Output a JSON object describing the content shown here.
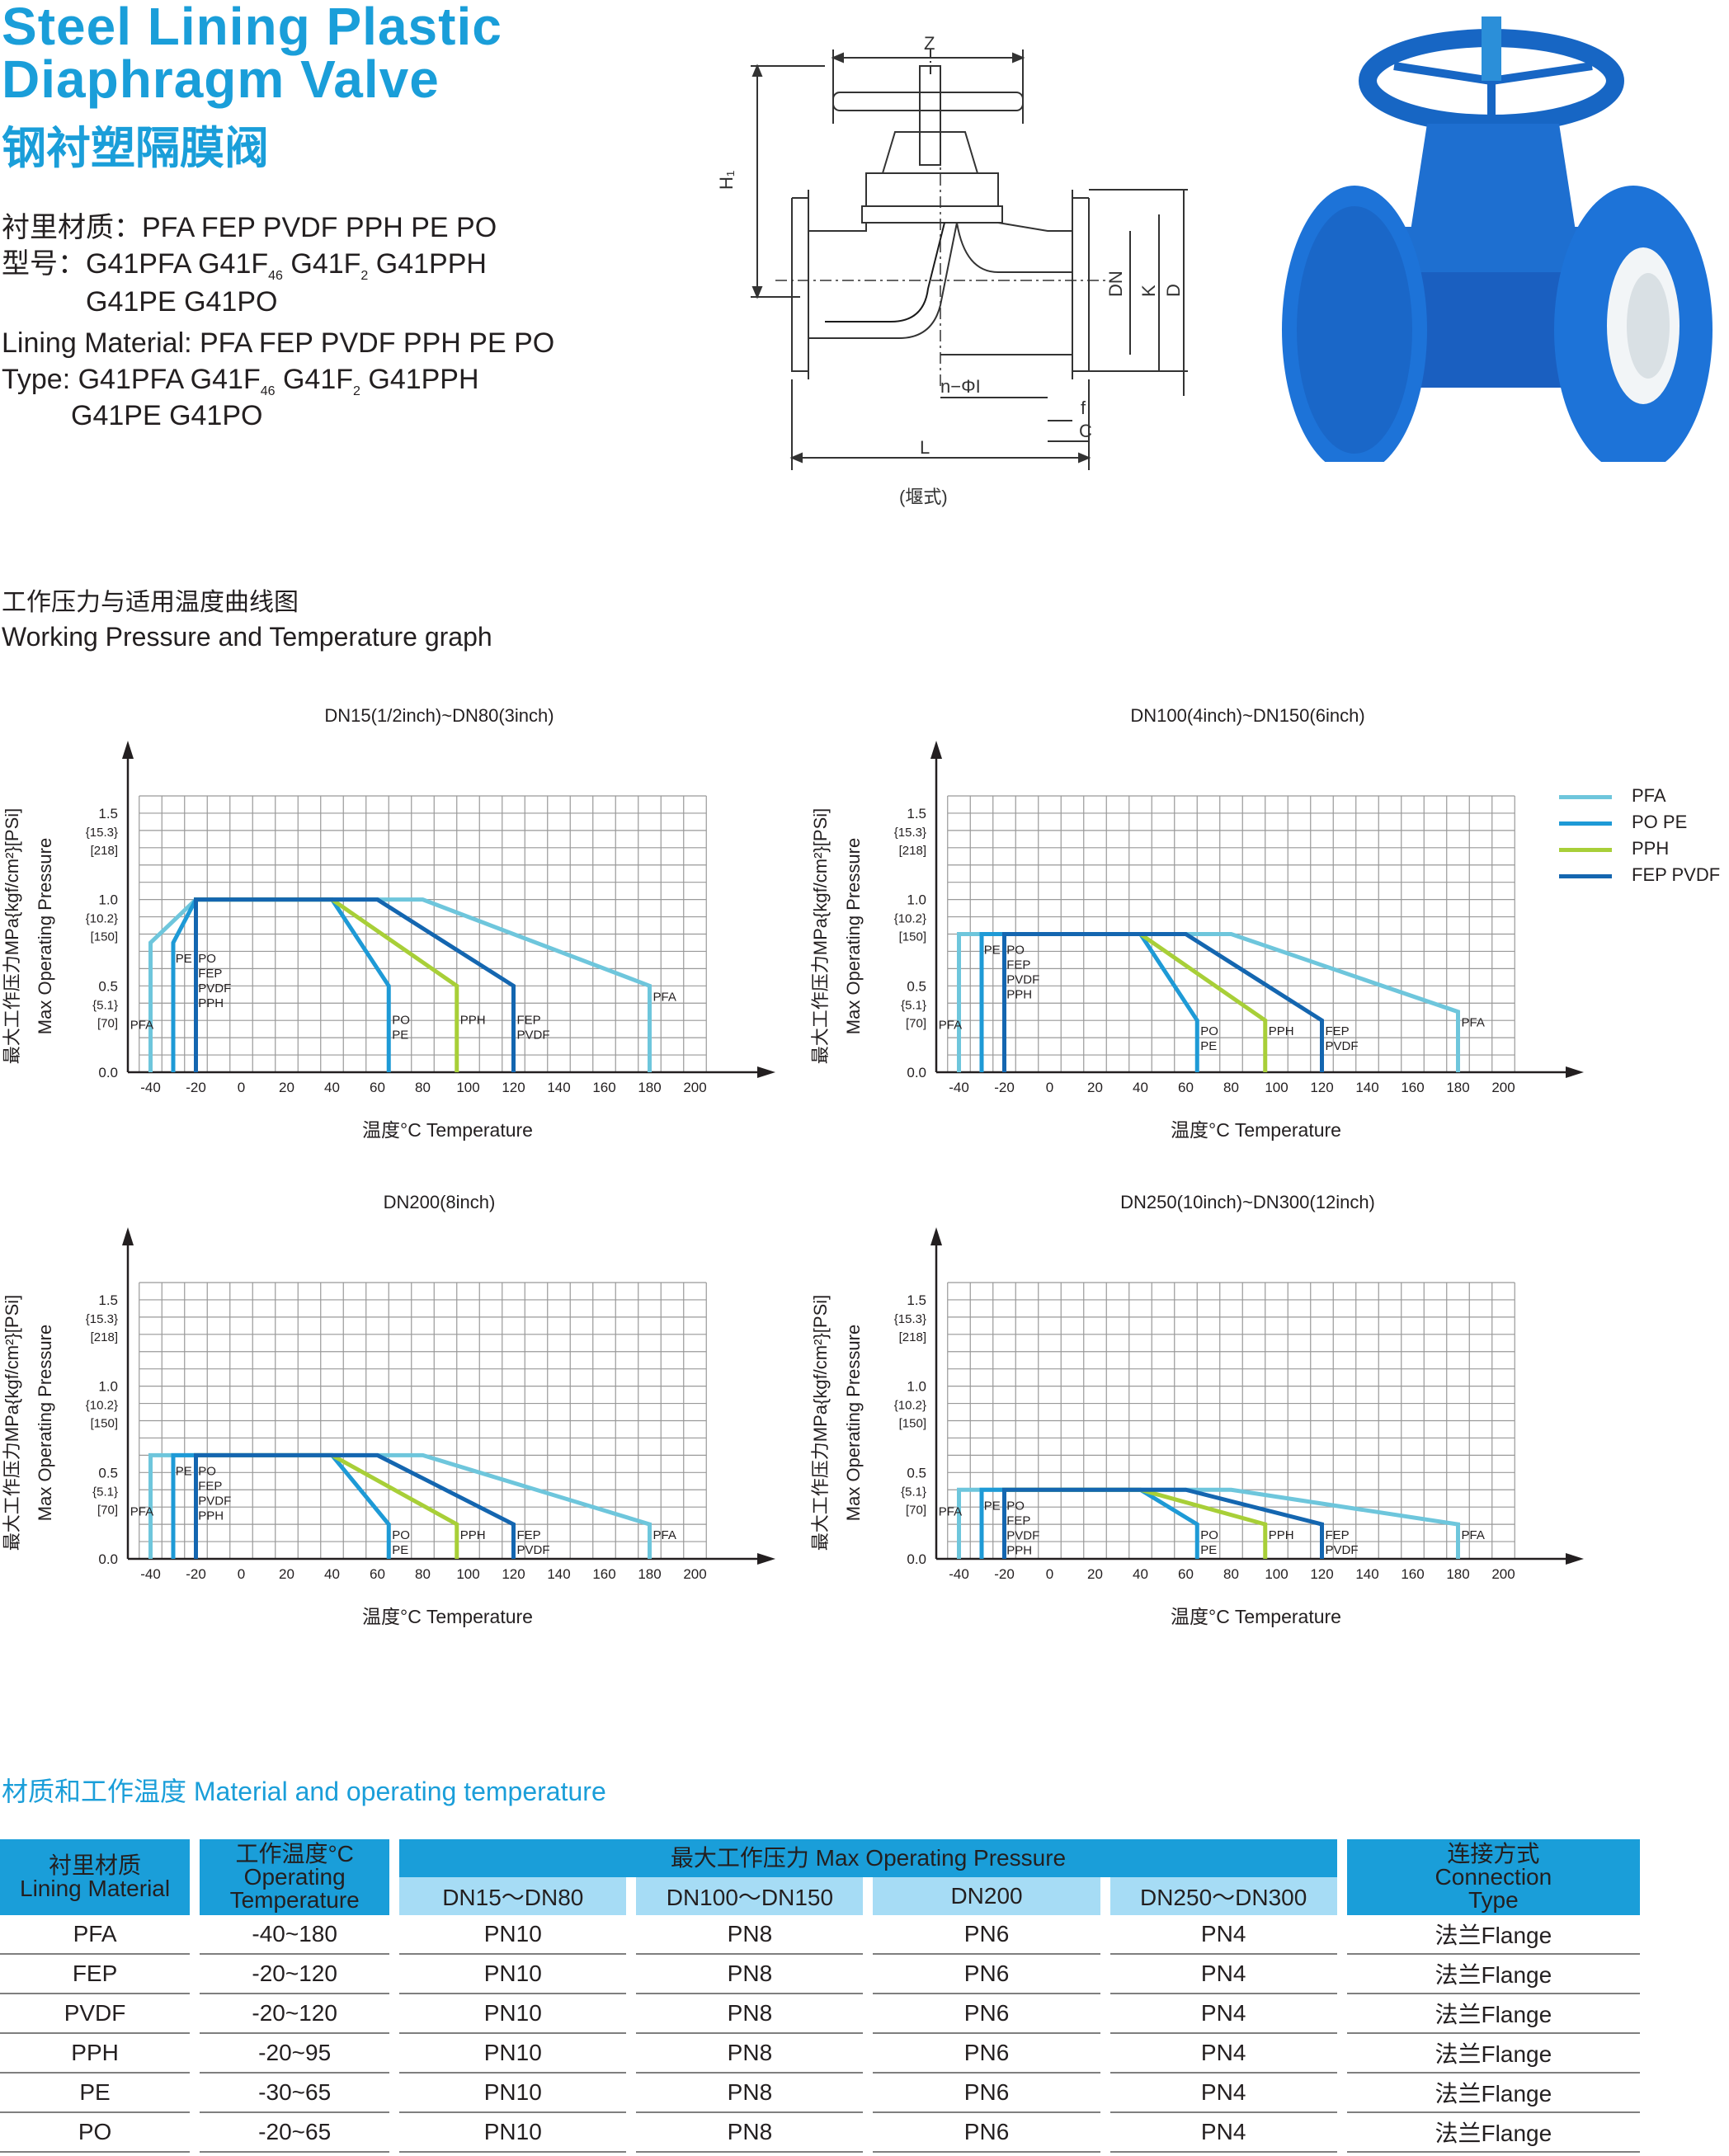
{
  "header": {
    "title_en_line1": "Steel Lining Plastic",
    "title_en_line2": "Diaphragm Valve",
    "title_cn": "钢衬塑隔膜阀"
  },
  "specs": {
    "lining_cn": "衬里材质：PFA FEP PVDF PPH PE PO",
    "type_cn_prefix": "型号：G41PFA   G41F",
    "type_cn_sub1": "46",
    "type_cn_mid": "   G41F",
    "type_cn_sub2": "2",
    "type_cn_end": "   G41PPH",
    "type_cn_line2": "G41PE   G41PO",
    "lining_en": "Lining Material: PFA FEP PVDF PPH PE PO",
    "type_en_prefix": "Type: G41PFA     G41F",
    "type_en_sub1": "46",
    "type_en_mid": "     G41F",
    "type_en_sub2": "2",
    "type_en_end": "     G41PPH",
    "type_en_line2": "G41PE    G41PO"
  },
  "drawing": {
    "dim_z": "Z",
    "dim_h1": "H₁",
    "dim_dn": "DN",
    "dim_k": "K",
    "dim_d": "D",
    "dim_n_phi": "n−ΦI",
    "dim_f": "f",
    "dim_c": "C",
    "dim_l": "L",
    "caption": "(堰式)"
  },
  "section": {
    "title_cn": "工作压力与适用温度曲线图",
    "title_en": "Working Pressure and Temperature graph"
  },
  "axis": {
    "ylabel_cn": "最大工作压力MPa{kgf/cm²}[PSi]",
    "ylabel_en": "Max Operating Pressure",
    "xlabel": "温度°C  Temperature",
    "x_ticks": [
      "-40",
      "-20",
      "0",
      "20",
      "40",
      "60",
      "80",
      "100",
      "120",
      "140",
      "160",
      "180",
      "200"
    ],
    "y_ticks": [
      {
        "v": "1.5",
        "kgf": "{15.3}",
        "psi": "[218]"
      },
      {
        "v": "1.0",
        "kgf": "{10.2}",
        "psi": "[150]"
      },
      {
        "v": "0.5",
        "kgf": "{5.1}",
        "psi": "[70]"
      },
      {
        "v": "0.0",
        "kgf": "",
        "psi": ""
      }
    ]
  },
  "legend": [
    {
      "name": "PFA",
      "color": "#6ec6dc"
    },
    {
      "name": "PO PE",
      "color": "#1e9ad6"
    },
    {
      "name": "PPH",
      "color": "#a8cf38"
    },
    {
      "name": "FEP PVDF",
      "color": "#1466b0"
    }
  ],
  "chart_data": [
    {
      "type": "line",
      "title": "DN15(1/2inch)~DN80(3inch)",
      "xlabel": "温度°C  Temperature",
      "ylabel": "Max Operating Pressure",
      "xlim": [
        -50,
        210
      ],
      "ylim": [
        0,
        1.6
      ],
      "series": [
        {
          "name": "PFA",
          "x": [
            -40,
            -40,
            -20,
            80,
            180,
            180
          ],
          "y": [
            0,
            0.75,
            1.0,
            1.0,
            0.5,
            0
          ]
        },
        {
          "name": "PO PE",
          "x": [
            -30,
            -30,
            -20,
            40,
            65,
            65
          ],
          "y": [
            0,
            0.75,
            1.0,
            1.0,
            0.5,
            0
          ]
        },
        {
          "name": "PPH",
          "x": [
            -20,
            -20,
            40,
            95,
            95
          ],
          "y": [
            0,
            1.0,
            1.0,
            0.5,
            0
          ]
        },
        {
          "name": "FEP PVDF",
          "x": [
            -20,
            -20,
            60,
            120,
            120
          ],
          "y": [
            0,
            1.0,
            1.0,
            0.5,
            0
          ]
        }
      ],
      "labels_left": [
        "PE",
        "PO",
        "FEP",
        "PVDF",
        "PPH"
      ],
      "pfa_left_label": "PFA"
    },
    {
      "type": "line",
      "title": "DN100(4inch)~DN150(6inch)",
      "xlabel": "温度°C  Temperature",
      "ylabel": "Max Operating Pressure",
      "xlim": [
        -50,
        210
      ],
      "ylim": [
        0,
        1.6
      ],
      "series": [
        {
          "name": "PFA",
          "x": [
            -40,
            -40,
            80,
            180,
            180
          ],
          "y": [
            0,
            0.8,
            0.8,
            0.35,
            0
          ]
        },
        {
          "name": "PO PE",
          "x": [
            -30,
            -30,
            40,
            65,
            65
          ],
          "y": [
            0,
            0.8,
            0.8,
            0.3,
            0
          ]
        },
        {
          "name": "PPH",
          "x": [
            -20,
            -20,
            40,
            95,
            95
          ],
          "y": [
            0,
            0.8,
            0.8,
            0.3,
            0
          ]
        },
        {
          "name": "FEP PVDF",
          "x": [
            -20,
            -20,
            60,
            120,
            120
          ],
          "y": [
            0,
            0.8,
            0.8,
            0.3,
            0
          ]
        }
      ],
      "labels_left": [
        "PE",
        "PO",
        "FEP",
        "PVDF",
        "PPH"
      ],
      "pfa_left_label": "PFA"
    },
    {
      "type": "line",
      "title": "DN200(8inch)",
      "xlabel": "温度°C  Temperature",
      "ylabel": "Max Operating Pressure",
      "xlim": [
        -50,
        210
      ],
      "ylim": [
        0,
        1.6
      ],
      "series": [
        {
          "name": "PFA",
          "x": [
            -40,
            -40,
            80,
            180,
            180
          ],
          "y": [
            0,
            0.6,
            0.6,
            0.2,
            0
          ]
        },
        {
          "name": "PO PE",
          "x": [
            -30,
            -30,
            40,
            65,
            65
          ],
          "y": [
            0,
            0.6,
            0.6,
            0.2,
            0
          ]
        },
        {
          "name": "PPH",
          "x": [
            -20,
            -20,
            40,
            95,
            95
          ],
          "y": [
            0,
            0.6,
            0.6,
            0.2,
            0
          ]
        },
        {
          "name": "FEP PVDF",
          "x": [
            -20,
            -20,
            60,
            120,
            120
          ],
          "y": [
            0,
            0.6,
            0.6,
            0.2,
            0
          ]
        }
      ],
      "labels_left": [
        "PE",
        "PO",
        "FEP",
        "PVDF",
        "PPH"
      ],
      "pfa_left_label": "PFA"
    },
    {
      "type": "line",
      "title": "DN250(10inch)~DN300(12inch)",
      "xlabel": "温度°C  Temperature",
      "ylabel": "Max Operating Pressure",
      "xlim": [
        -50,
        210
      ],
      "ylim": [
        0,
        1.6
      ],
      "series": [
        {
          "name": "PFA",
          "x": [
            -40,
            -40,
            80,
            180,
            180
          ],
          "y": [
            0,
            0.4,
            0.4,
            0.2,
            0
          ]
        },
        {
          "name": "PO PE",
          "x": [
            -30,
            -30,
            40,
            65,
            65
          ],
          "y": [
            0,
            0.4,
            0.4,
            0.2,
            0
          ]
        },
        {
          "name": "PPH",
          "x": [
            -20,
            -20,
            40,
            95,
            95
          ],
          "y": [
            0,
            0.4,
            0.4,
            0.2,
            0
          ]
        },
        {
          "name": "FEP PVDF",
          "x": [
            -20,
            -20,
            60,
            120,
            120
          ],
          "y": [
            0,
            0.4,
            0.4,
            0.2,
            0
          ]
        }
      ],
      "labels_left": [
        "PE",
        "PO",
        "FEP",
        "PVDF",
        "PPH"
      ],
      "pfa_left_label": "PFA"
    }
  ],
  "material_section_title": "材质和工作温度  Material and operating temperature",
  "table": {
    "h_material_cn": "衬里材质",
    "h_material_en": "Lining Material",
    "h_temp_cn": "工作温度°C",
    "h_temp_en1": "Operating",
    "h_temp_en2": "Temperature",
    "h_pressure": "最大工作压力 Max Operating Pressure",
    "h_conn_cn": "连接方式",
    "h_conn_en1": "Connection",
    "h_conn_en2": "Type",
    "sub": [
      "DN15～DN80",
      "DN100～DN150",
      "DN200",
      "DN250～DN300"
    ],
    "rows": [
      [
        "PFA",
        "-40~180",
        "PN10",
        "PN8",
        "PN6",
        "PN4",
        "法兰Flange"
      ],
      [
        "FEP",
        "-20~120",
        "PN10",
        "PN8",
        "PN6",
        "PN4",
        "法兰Flange"
      ],
      [
        "PVDF",
        "-20~120",
        "PN10",
        "PN8",
        "PN6",
        "PN4",
        "法兰Flange"
      ],
      [
        "PPH",
        "-20~95",
        "PN10",
        "PN8",
        "PN6",
        "PN4",
        "法兰Flange"
      ],
      [
        "PE",
        "-30~65",
        "PN10",
        "PN8",
        "PN6",
        "PN4",
        "法兰Flange"
      ],
      [
        "PO",
        "-20~65",
        "PN10",
        "PN8",
        "PN6",
        "PN4",
        "法兰Flange"
      ]
    ]
  }
}
